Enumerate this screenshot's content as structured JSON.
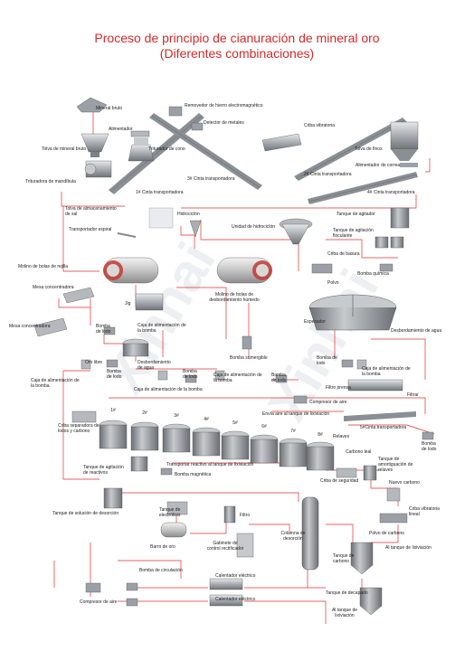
{
  "title": {
    "line1": "Proceso de principio de cianuración de mineral oro",
    "line2": "(Diferentes combinaciones)"
  },
  "watermark": "Xinhai",
  "colors": {
    "title": "#d42a2a",
    "flow_line": "#e03030",
    "equipment": "#9aa0a6",
    "tank": "#7d8187"
  },
  "labels": {
    "mineral_bruto": "Mineral bruto",
    "removedor": "Removedor de hierro electromagnético",
    "detector": "Detector de metales",
    "alimentador": "Alimentador",
    "tolva_mineral": "Tolva de mineral bruto",
    "triturador_cono": "Triturador de cono",
    "cinta3": "3# Cinta transportadora",
    "criba_vibratoria": "Criba vibratoria",
    "tolva_finos": "Tolva de finos",
    "alimentador_correa": "Alimentador de correa",
    "cinta2": "2# Cinta transportadora",
    "trituradora_mandibula": "Trituradora de mandíbula",
    "cinta1": "1# Cinta transportadora",
    "cinta4": "4# Cinta transportadora",
    "tolva_sal": "Tolva de almacenamiento de sal",
    "hidrociclon": "Hidrociclón",
    "tanque_agitador": "Tanque de agitador",
    "transportador_espiral": "Transportador espiral",
    "unidad_hidrociclon": "Unidad de hidrociclón",
    "tanque_floculante": "Tanque de agitación floculante",
    "molino_rejilla": "Molino de bolas de rejilla",
    "criba_basura": "Criba de basura",
    "bomba_quimica": "Bomba química",
    "mesa_conc1": "Mesa concentradora",
    "polvo": "Polvo",
    "jig": "Jig",
    "molino_desbordamiento": "Molino de bolas de desbordamiento húmedo",
    "espesador": "Espesador",
    "desbordamiento_agua": "Desbordamiento de agua",
    "mesa_conc2": "Mesa concentradora",
    "bomba_lodo1": "Bomba de lodo",
    "caja_alim_bomba1": "Caja de alimentación de la bomba",
    "oro_libre": "Oro libre",
    "bomba_lodo2": "Bomba de lodo",
    "desbordamiento_tanque": "Desbordamiento de agua",
    "bomba_sumergible": "Bomba sumergible",
    "bomba_lodo3": "Bomba de lodo",
    "caja_alim_bomba2": "Caja de alimentación de la bomba",
    "caja_alim_bomba3": "Caja de alimentación de la bomba",
    "caja_alim_bomba4": "Caja de alimentación de la bomba",
    "caja_alim_bomba5": "Caja de alimentación de la bomba",
    "bomba_lodo4": "Bomba de lodo",
    "bomba_lodo5": "Bomba de lodo",
    "bomba_lodo6": "Bomba de lodo",
    "caja_alim_bomba6": "Caja de alimentación de la bomba",
    "filtro_prensa": "Filtro prensa",
    "compresor_aire1": "Compresor de aire",
    "filtrar": "Filtrar",
    "criba_separadora": "Criba separadora de lodos y carbono",
    "envia_aire": "Envía aire al tanque de lixiviación",
    "cinta5": "5#Cinta transportadora",
    "relaves": "Relaves",
    "bomba_lodo7": "Bomba de lodo",
    "carbono_leal": "Carbono leal",
    "tanque_agitacion_reactivos": "Tanque de agitación de reactivos",
    "transportar_reactivo": "Transportar reactivo al tanque de lixiviación",
    "bomba_magnetica": "Bomba magnética",
    "tanque_amortiguacion": "Tanque de amortiguación de relaves",
    "cinta_seguridad": "Criba de seguridad",
    "nuevo_carbono": "Nuevo carbono",
    "tanque_solucion": "Tanque de solución de desorción",
    "tanque_electrolisis": "Tanque de electrólisis",
    "filtro": "Filtro",
    "criba_lineal": "Criba vibratoria lineal",
    "polvo_carbono": "Polvo de carbono",
    "barro_oro": "Barro de oro",
    "gabinete": "Gabinete de control rectificador",
    "columna_desorcion": "Columna de desorción",
    "tanque_carbono": "Tanque de carbono",
    "al_tanque_lixiviacion1": "Al tanque de lixiviación",
    "bomba_circulacion": "Bomba de circulación",
    "calentador1": "Calentador eléctrico",
    "calentador2": "Calentador eléctrico",
    "compresor_aire2": "Compresor de aire",
    "tanque_decapado": "Tanque de decapado",
    "al_tanque_lixiviacion2": "Al tanque de lixiviación"
  },
  "leach_tanks": [
    "1#",
    "2#",
    "3#",
    "4#",
    "5#",
    "6#",
    "7#",
    "8#"
  ]
}
